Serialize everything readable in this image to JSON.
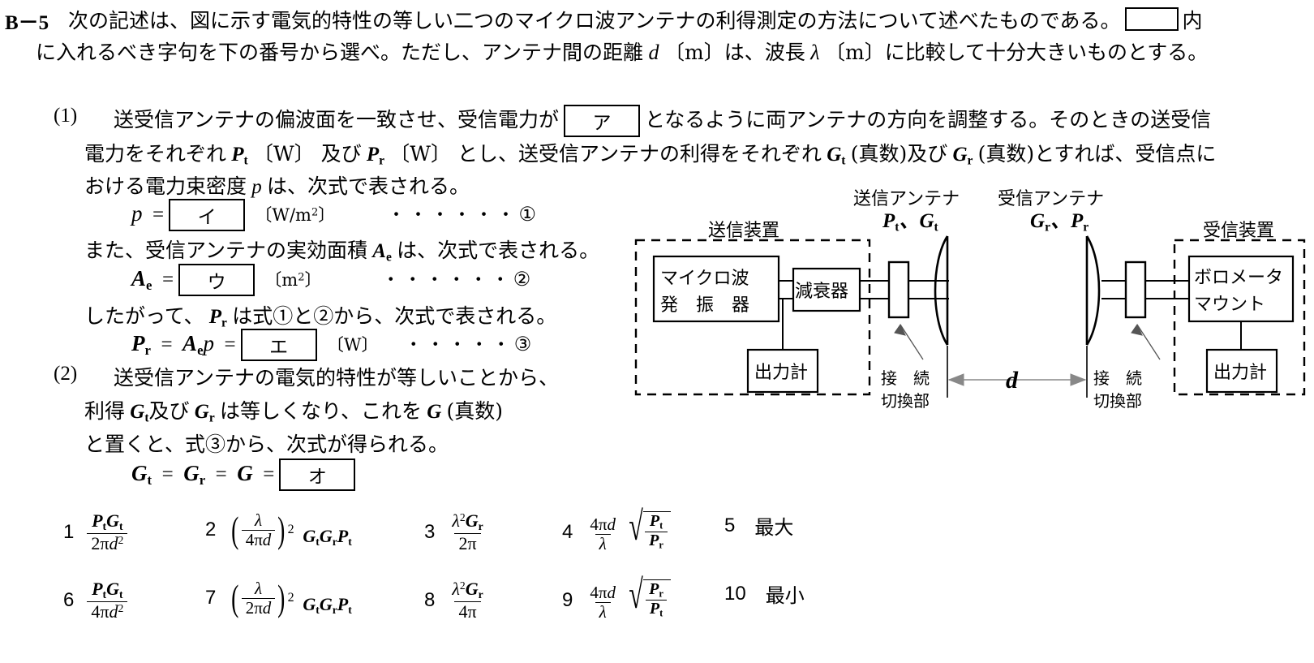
{
  "question": {
    "label": "B－5",
    "intro_line1": "次の記述は、図に示す電気的特性の等しい二つのマイクロ波アンテナの利得測定の方法について述べたものである。",
    "intro_line1_tail": "内",
    "intro_line2": "に入れるべき字句を下の番号から選べ。ただし、アンテナ間の距離 d〔m〕は、波長 λ〔m〕に比較して十分大きいものとする。"
  },
  "item1": {
    "number": "(1)",
    "line1_a": "送受信アンテナの偏波面を一致させ、受信電力が",
    "blank_a": "ア",
    "line1_b": "となるように両アンテナの方向を調整する。そのときの送受信",
    "line2_a": "電力をそれぞれ",
    "line2_pt": "Pt",
    "line2_unit1": "〔W〕",
    "line2_b": "及び",
    "line2_pr": "Pr",
    "line2_unit2": "〔W〕",
    "line2_c": "とし、送受信アンテナの利得をそれぞれ",
    "line2_gt": "Gt",
    "line2_d": "(真数)及び",
    "line2_gr": "Gr",
    "line2_e": "(真数)とすれば、受信点に",
    "line3": "おける電力束密度 p は、次式で表される。",
    "eq1_lhs": "p  =",
    "eq1_blank": "イ",
    "eq1_unit": "〔W/m2〕",
    "eq1_dots": "・・・・・・",
    "eq1_num": "①",
    "line4": "また、受信アンテナの実効面積 Ae は、次式で表される。",
    "eq2_lhs": "Ae  =",
    "eq2_blank": "ウ",
    "eq2_unit": "〔m2〕",
    "eq2_dots": "・・・・・・",
    "eq2_num": "②",
    "line5": "したがって、Pr は式①と②から、次式で表される。",
    "eq3_lhs": "Pr  =  Ae p  =",
    "eq3_blank": "エ",
    "eq3_unit": "〔W〕",
    "eq3_dots": "・・・・・",
    "eq3_num": "③"
  },
  "item2": {
    "number": "(2)",
    "line1": "送受信アンテナの電気的特性が等しいことから、",
    "line2_a": "利得",
    "line2_gt": "Gt",
    "line2_b": "及び",
    "line2_gr": "Gr",
    "line2_c": "は等しくなり、これを",
    "line2_g": "G",
    "line2_d": "(真数)",
    "line3": "と置くと、式③から、次式が得られる。",
    "eq4_lhs": "Gt  =  Gr  =  G  =",
    "eq4_blank": "オ"
  },
  "choices": [
    {
      "num": "1",
      "type": "frac",
      "numerator": "PtGt",
      "denominator": "2πd2"
    },
    {
      "num": "2",
      "type": "paren-pow",
      "inner_num": "λ",
      "inner_den": "4πd",
      "power": "2",
      "tail": "GtGrPt"
    },
    {
      "num": "3",
      "type": "frac",
      "numerator": "λ2Gr",
      "denominator": "2π"
    },
    {
      "num": "4",
      "type": "frac-sqrt",
      "numerator": "4πd",
      "denominator": "λ",
      "sqrt_num": "Pt",
      "sqrt_den": "Pr"
    },
    {
      "num": "5",
      "type": "text",
      "text": "最大"
    },
    {
      "num": "6",
      "type": "frac",
      "numerator": "PtGt",
      "denominator": "4πd2"
    },
    {
      "num": "7",
      "type": "paren-pow",
      "inner_num": "λ",
      "inner_den": "2πd",
      "power": "2",
      "tail": "GtGrPt"
    },
    {
      "num": "8",
      "type": "frac",
      "numerator": "λ2Gr",
      "denominator": "4π"
    },
    {
      "num": "9",
      "type": "frac-sqrt",
      "numerator": "4πd",
      "denominator": "λ",
      "sqrt_num": "Pr",
      "sqrt_den": "Pt"
    },
    {
      "num": "10",
      "type": "text",
      "text": "最小"
    }
  ],
  "diagram": {
    "tx_device_title": "送信装置",
    "rx_device_title": "受信装置",
    "tx_antenna_title": "送信アンテナ",
    "rx_antenna_title": "受信アンテナ",
    "tx_antenna_params": "Pt、Gt",
    "rx_antenna_params": "Gr、Pr",
    "oscillator_line1": "マイクロ波",
    "oscillator_line2": "発　振　器",
    "attenuator": "減衰器",
    "tx_power_meter": "出力計",
    "rx_power_meter": "出力計",
    "bolometer_line1": "ボロメータ",
    "bolometer_line2": "マウント",
    "connector_tx_line1": "接　続",
    "connector_tx_line2": "切換部",
    "connector_rx_line1": "接　続",
    "connector_rx_line2": "切換部",
    "distance_label": "d"
  },
  "colors": {
    "ink": "#000000",
    "paper": "#ffffff",
    "arrow_gray": "#808080"
  }
}
